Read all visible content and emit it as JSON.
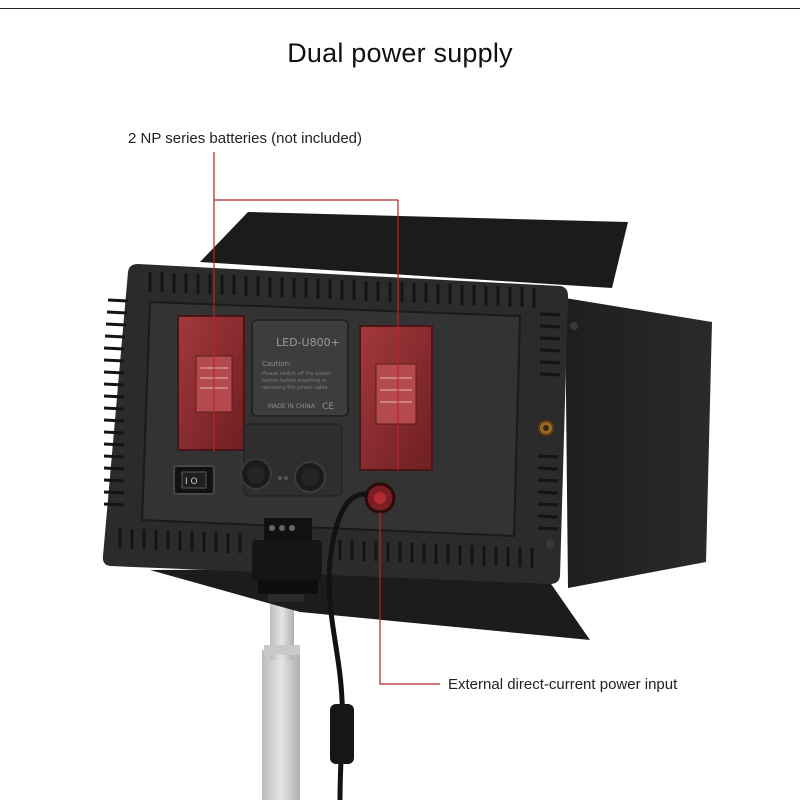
{
  "header": {
    "title": "Dual power supply"
  },
  "callouts": {
    "batteries_label": "2 NP series batteries (not included)",
    "power_input_label": "External direct-current power input",
    "line_color": "#b5252d"
  },
  "product": {
    "model_label": "LED-U800+",
    "caution_title": "Caution:",
    "caution_text": [
      "Please switch off the power",
      "button before inserting or",
      "removing the power cable."
    ],
    "made_in": "MADE IN CHINA",
    "ce_mark": "CE",
    "battery_plate_color": "#8e2a2e",
    "body_color": "#2b2b2b"
  },
  "icons": [
    "power-switch-icon",
    "knob-icon",
    "dc-jack-icon"
  ]
}
